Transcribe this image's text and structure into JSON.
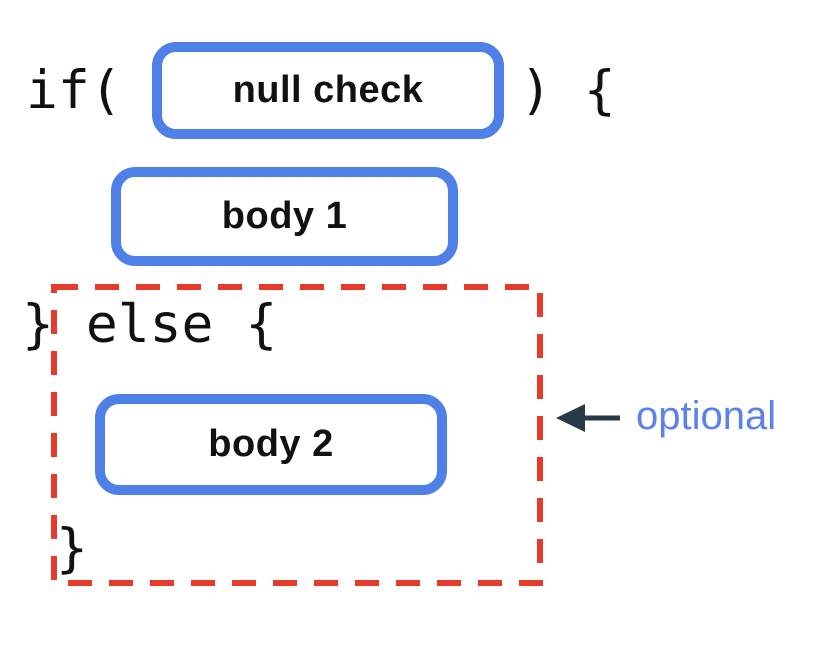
{
  "code": {
    "if_open": "if(",
    "if_close": ") {",
    "else_line": "} else {",
    "closing_brace": "}"
  },
  "slots": {
    "condition": "null check",
    "body1": "body 1",
    "body2": "body 2"
  },
  "annotation": {
    "label": "optional"
  },
  "colors": {
    "slot_border": "#4f80e8",
    "optional_outline": "#e63b2b",
    "arrow": "#2a3947",
    "annotation_text": "#5b81ea",
    "code_text": "#111111",
    "background": "#ffffff"
  }
}
